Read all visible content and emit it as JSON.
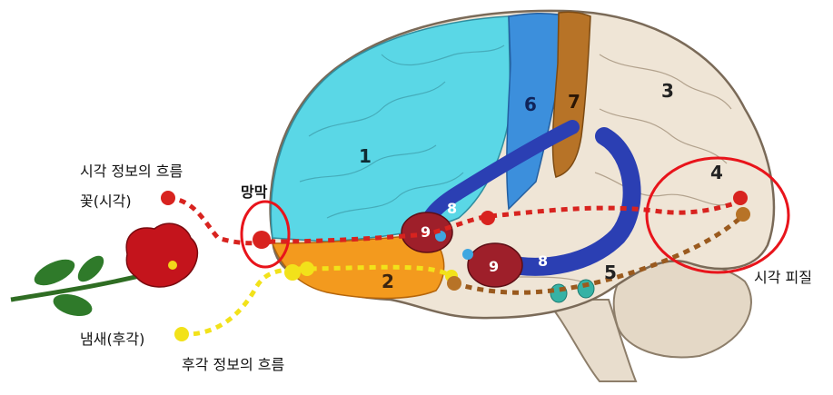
{
  "labels": {
    "visual_flow": "시각 정보의 흐름",
    "flower_visual": "꽃(시각)",
    "retina": "망막",
    "smell_taste": "냄새(후각)",
    "olfactory_flow": "후각 정보의 흐름",
    "visual_cortex": "시각 피질"
  },
  "regions": {
    "r1": "1",
    "r2": "2",
    "r3": "3",
    "r4": "4",
    "r5": "5",
    "r6": "6",
    "r7": "7",
    "r8a": "8",
    "r8b": "8",
    "r9a": "9",
    "r9b": "9"
  },
  "colors": {
    "frontal_cyan": "#5ad7e6",
    "premotor_blue": "#3c8fdc",
    "motor_brown": "#b77327",
    "brain_beige": "#efe5d6",
    "olfactory_orange": "#f39a1e",
    "hippocampus_blue": "#2b3fb3",
    "amygdala_red": "#9e1f2a",
    "visual_path_red": "#d8231f",
    "olfactory_path_yellow": "#f2e21a",
    "brown_path": "#9a5a1e",
    "highlight_circle": "#e8141b"
  }
}
